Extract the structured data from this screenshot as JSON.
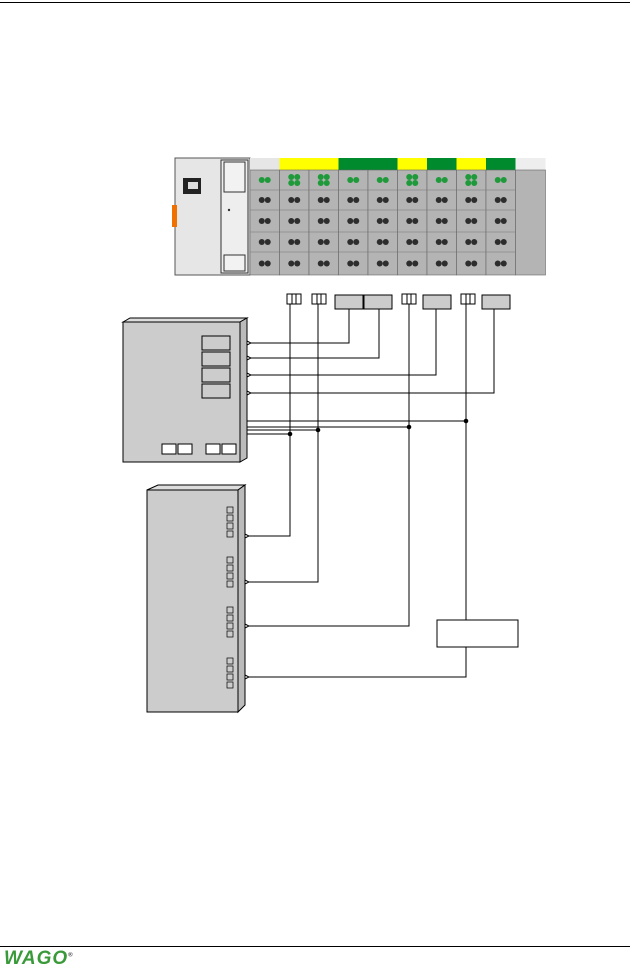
{
  "footer": {
    "logo": "WAGO"
  },
  "colors": {
    "yellow": "#ffff00",
    "green": "#008a2e",
    "led_green": "#1f9a3a",
    "led_dark": "#2d2d2d",
    "module_gray": "#b4b4b4",
    "head_gray": "#e6e6e6",
    "brand": "#3a9a3a"
  },
  "slot_colors": [
    "none",
    "yellow",
    "yellow",
    "green",
    "green",
    "yellow",
    "green",
    "yellow",
    "green"
  ]
}
